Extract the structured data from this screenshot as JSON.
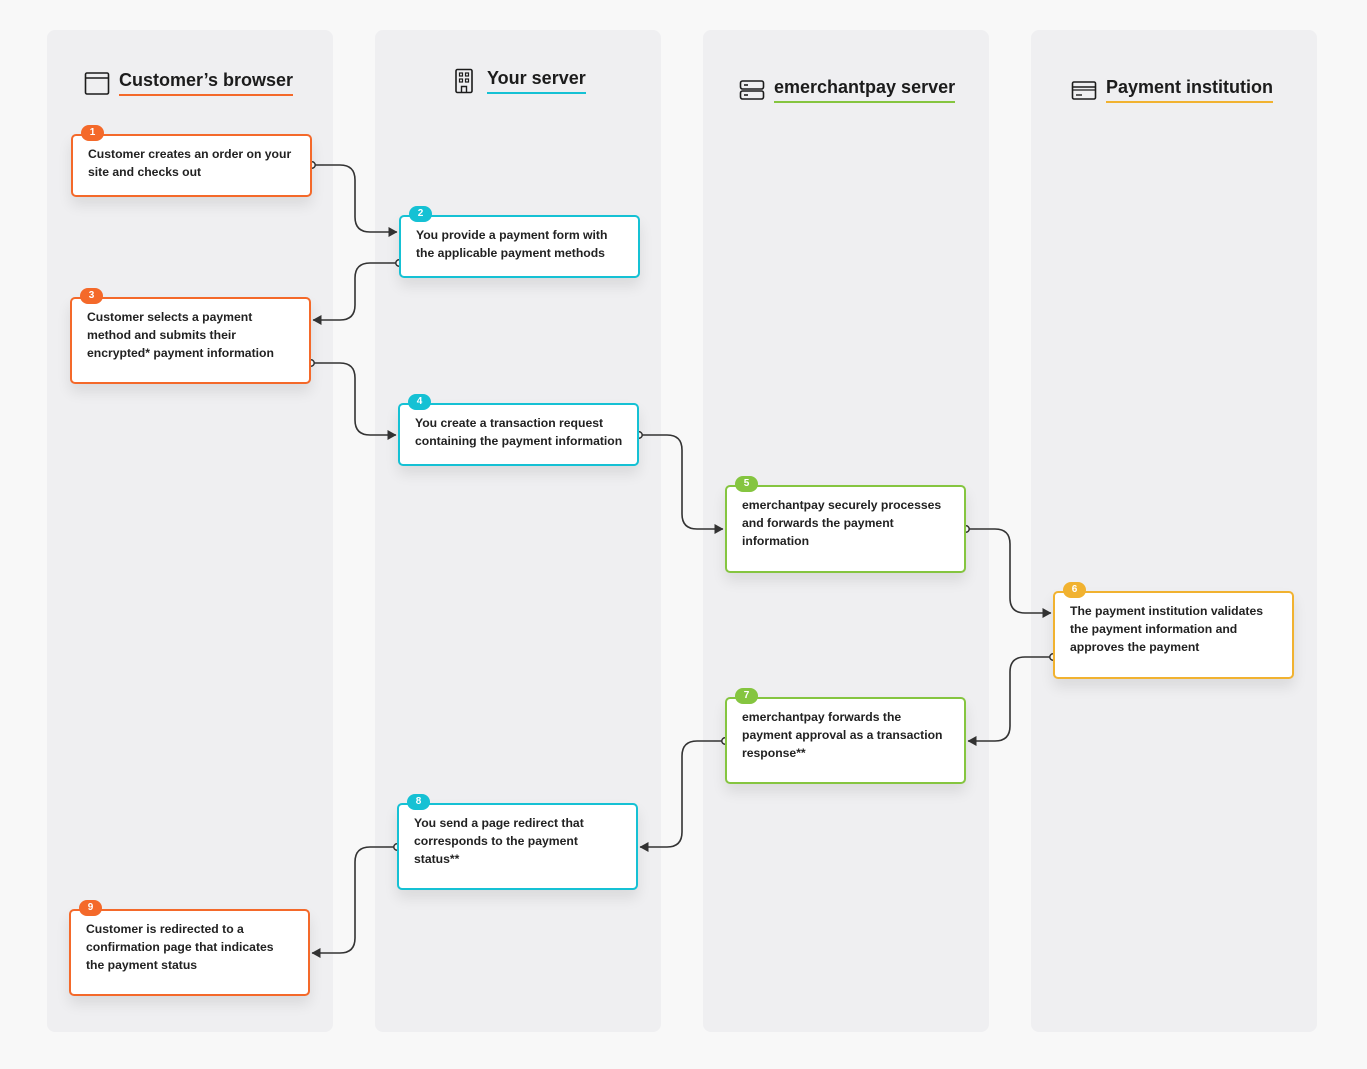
{
  "lanes": [
    {
      "title": "Customer’s browser",
      "icon": "browser-window-icon",
      "accent": "#f4692a"
    },
    {
      "title": "Your server",
      "icon": "building-icon",
      "accent": "#15c1d4"
    },
    {
      "title": "emerchantpay server",
      "icon": "server-rack-icon",
      "accent": "#85c540"
    },
    {
      "title": "Payment institution",
      "icon": "credit-card-icon",
      "accent": "#f1b230"
    }
  ],
  "steps": [
    {
      "number": "1",
      "text": "Customer creates an order on your site and checks out"
    },
    {
      "number": "2",
      "text": "You provide a payment form with the applicable payment methods"
    },
    {
      "number": "3",
      "text": "Customer selects a payment method and submits their encrypted* payment information"
    },
    {
      "number": "4",
      "text": "You create a transaction request containing the payment information"
    },
    {
      "number": "5",
      "text": "emerchantpay securely processes and forwards the payment information"
    },
    {
      "number": "6",
      "text": "The payment institution validates the payment information and approves the payment"
    },
    {
      "number": "7",
      "text": "emerchantpay forwards the payment approval as a transaction response**"
    },
    {
      "number": "8",
      "text": "You send a page redirect that corresponds to the payment status**"
    },
    {
      "number": "9",
      "text": "Customer is redirected to a confirmation page that indicates the payment status"
    }
  ],
  "colors": {
    "background": "#f8f8f8",
    "lane": "#efeff1",
    "connector": "#333333"
  }
}
